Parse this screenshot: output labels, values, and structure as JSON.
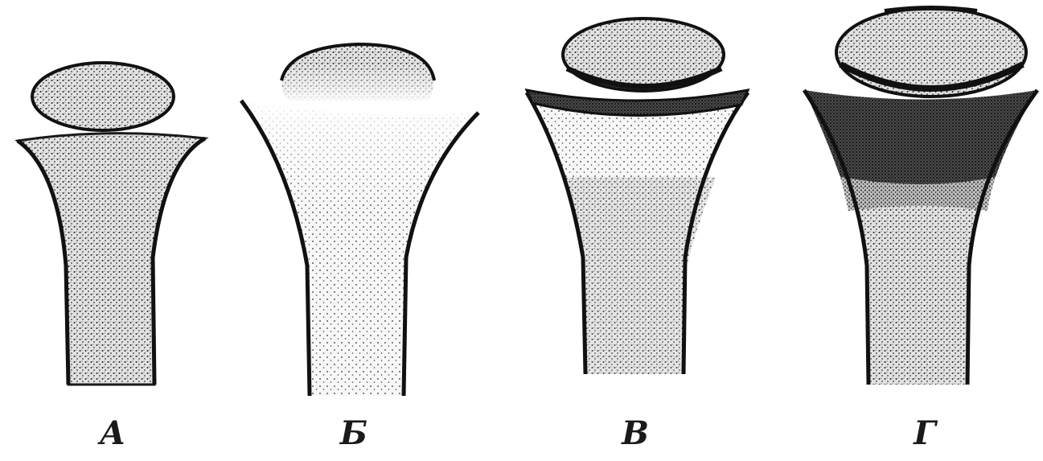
{
  "figure": {
    "panels": [
      {
        "label": "А"
      },
      {
        "label": "Б"
      },
      {
        "label": "В"
      },
      {
        "label": "Г"
      }
    ]
  },
  "colors": {
    "ink": "#1a1a1a",
    "paper": "#ffffff"
  }
}
